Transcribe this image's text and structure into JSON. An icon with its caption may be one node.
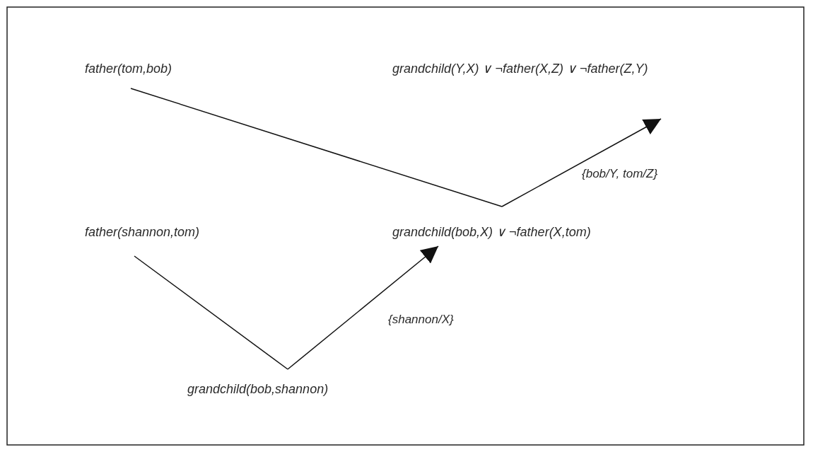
{
  "diagram": {
    "nodes": [
      {
        "text": [
          "father(tom,bob)"
        ]
      },
      {
        "text": [
          "grandchild(Y,X) ∨ ¬father(X,Z) ∨ ¬father(Z,Y)"
        ]
      },
      {
        "text": [
          "grandchild(bob,X) ∨ ¬father(X,tom)"
        ]
      },
      {
        "text": [
          "father(shannon,tom)"
        ]
      },
      {
        "text": [
          "grandchild(bob,shannon)"
        ]
      }
    ],
    "edges": [
      {
        "from": 2,
        "to": 0,
        "arrow": "none"
      },
      {
        "from": 2,
        "to": 1,
        "arrow": "to",
        "label": "{bob/Y, tom/Z}"
      },
      {
        "from": 4,
        "to": 3,
        "arrow": "none"
      },
      {
        "from": 4,
        "to": 2,
        "arrow": "to",
        "label": "{shannon/X}"
      }
    ]
  }
}
